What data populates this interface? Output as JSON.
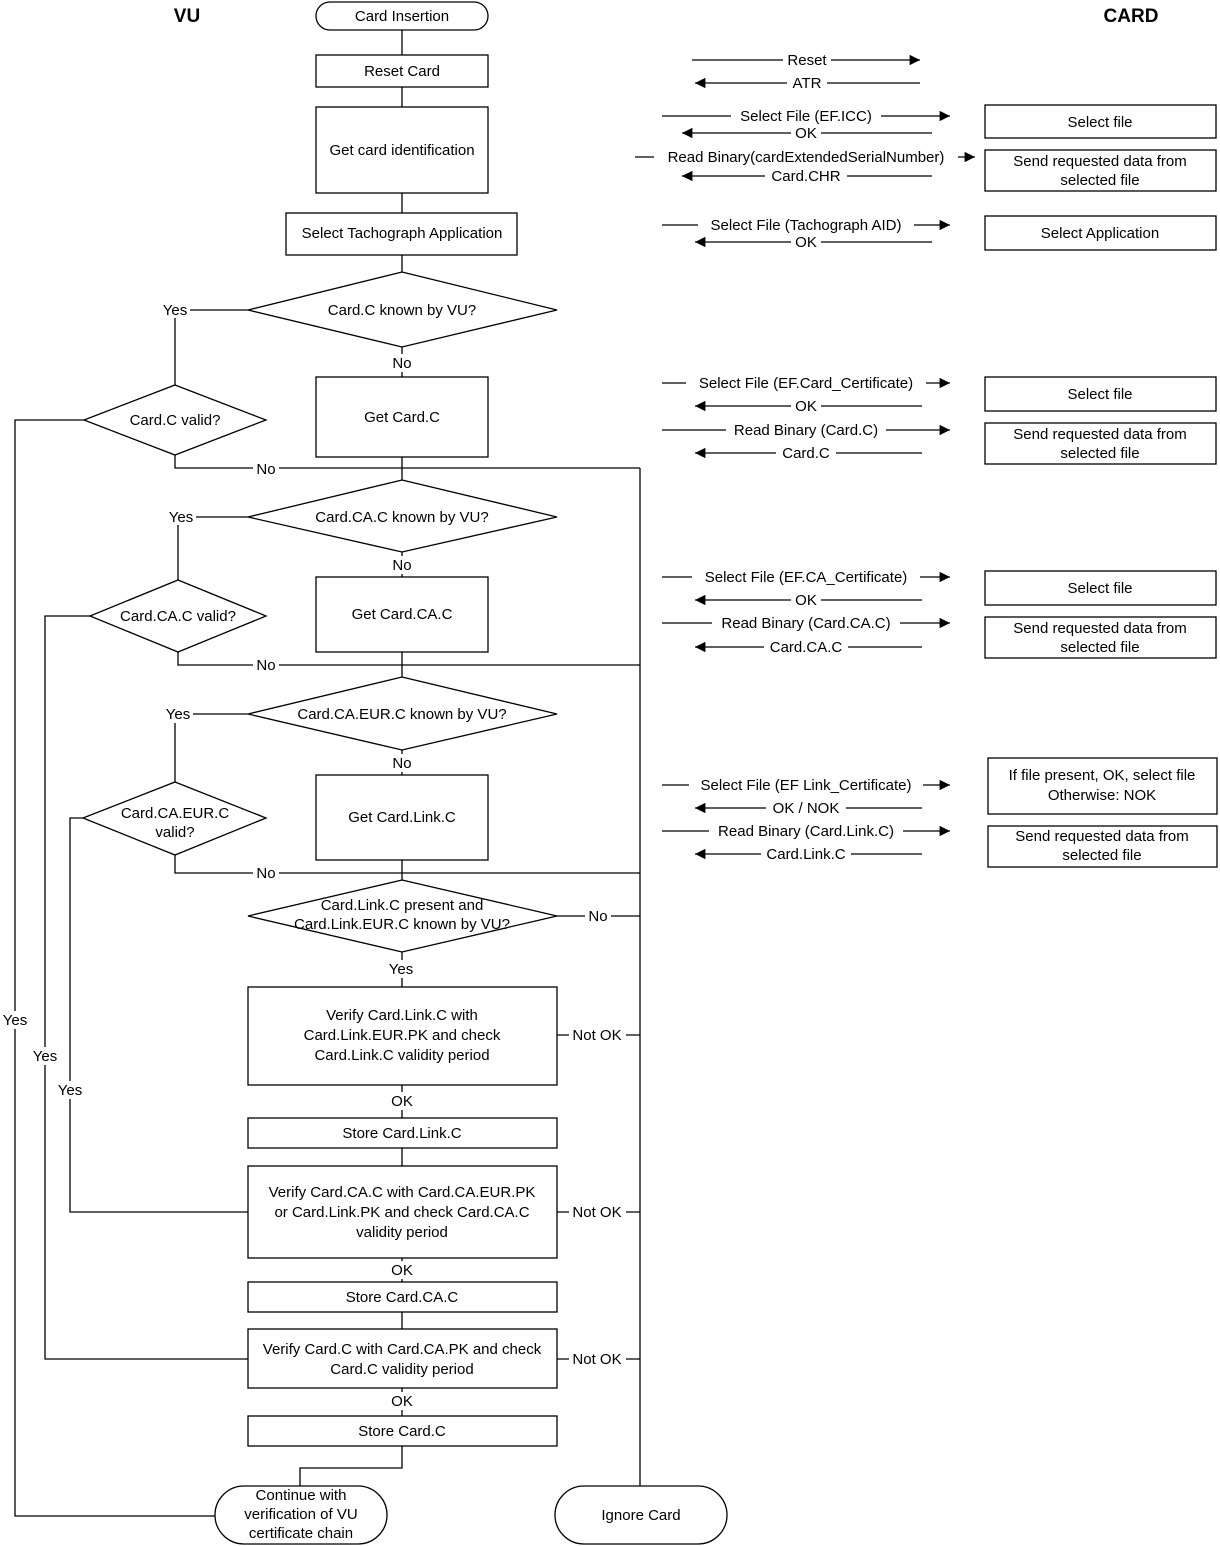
{
  "headers": {
    "vu": "VU",
    "card": "CARD"
  },
  "flow": {
    "card_insertion": "Card Insertion",
    "reset_card": "Reset Card",
    "get_card_identification": "Get card identification",
    "select_tacho_app": "Select Tachograph Application",
    "q_card_c_known": "Card.C known by VU?",
    "q_card_c_valid": "Card.C valid?",
    "get_card_c": "Get Card.C",
    "q_card_ca_c_known": "Card.CA.C known by VU?",
    "q_card_ca_c_valid": "Card.CA.C valid?",
    "get_card_ca_c": "Get Card.CA.C",
    "q_card_ca_eur_c_known": "Card.CA.EUR.C known by VU?",
    "q_card_ca_eur_c_valid_1": "Card.CA.EUR.C",
    "q_card_ca_eur_c_valid_2": "valid?",
    "get_card_link_c": "Get Card.Link.C",
    "q_link_present_1": "Card.Link.C present and",
    "q_link_present_2": "Card.Link.EUR.C known by VU?",
    "verify_link_1": "Verify Card.Link.C with",
    "verify_link_2": "Card.Link.EUR.PK and check",
    "verify_link_3": "Card.Link.C validity period",
    "store_link": "Store Card.Link.C",
    "verify_ca_1": "Verify Card.CA.C with Card.CA.EUR.PK",
    "verify_ca_2": "or Card.Link.PK and check Card.CA.C",
    "verify_ca_3": "validity period",
    "store_ca": "Store Card.CA.C",
    "verify_c_1": "Verify Card.C with Card.CA.PK and check",
    "verify_c_2": "Card.C validity period",
    "store_c": "Store Card.C",
    "continue_1": "Continue with",
    "continue_2": "verification of VU",
    "continue_3": "certificate chain",
    "ignore_card": "Ignore Card"
  },
  "edge_labels": {
    "yes": "Yes",
    "no": "No",
    "ok": "OK",
    "not_ok": "Not OK"
  },
  "messages": {
    "reset": "Reset",
    "atr": "ATR",
    "sel_ef_icc": "Select File (EF.ICC)",
    "ok": "OK",
    "read_ext_serial": "Read Binary(cardExtendedSerialNumber)",
    "card_chr": "Card.CHR",
    "sel_tacho_aid": "Select File (Tachograph AID)",
    "sel_ef_card_cert": "Select File (EF.Card_Certificate)",
    "read_card_c": "Read Binary (Card.C)",
    "card_c": "Card.C",
    "sel_ef_ca_cert": "Select File (EF.CA_Certificate)",
    "read_card_ca_c": "Read Binary (Card.CA.C)",
    "card_ca_c": "Card.CA.C",
    "sel_ef_link_cert": "Select File (EF Link_Certificate)",
    "ok_nok": "OK / NOK",
    "read_card_link_c": "Read Binary (Card.Link.C)",
    "card_link_c": "Card.Link.C"
  },
  "card_boxes": {
    "select_file": "Select file",
    "send_data_1": "Send requested data from",
    "send_data_2": "selected file",
    "select_application": "Select Application",
    "if_present_1": "If file present, OK, select file",
    "if_present_2": "Otherwise: NOK"
  }
}
